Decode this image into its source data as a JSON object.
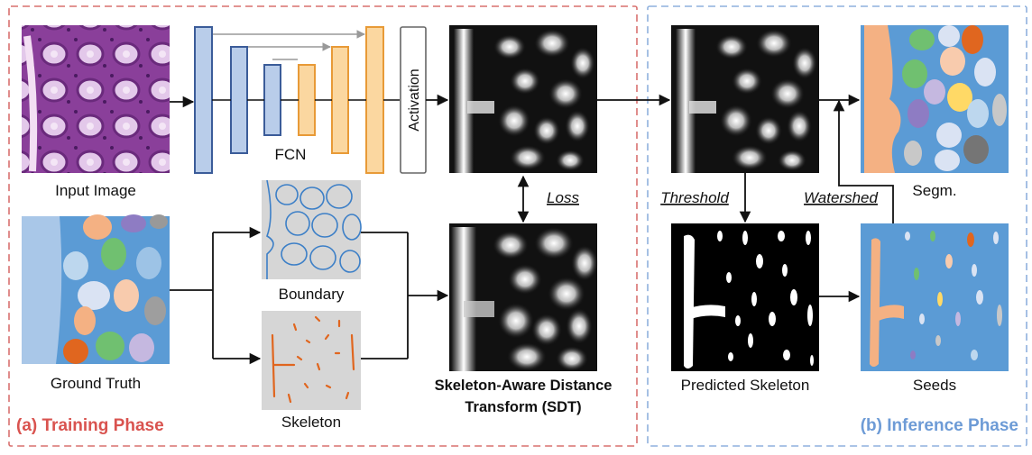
{
  "training": {
    "title": "(a) Training Phase",
    "input_label": "Input Image",
    "fcn_label": "FCN",
    "activation_label": "Activation",
    "gt_label": "Ground Truth",
    "boundary_label": "Boundary",
    "skeleton_label": "Skeleton",
    "loss_label": "Loss",
    "sdt_label_1": "Skeleton-Aware Distance",
    "sdt_label_2": "Transform (SDT)"
  },
  "inference": {
    "title": "(b) Inference Phase",
    "threshold_label": "Threshold",
    "watershed_label": "Watershed",
    "segm_label": "Segm.",
    "pred_skel_label": "Predicted Skeleton",
    "seeds_label": "Seeds"
  },
  "colors": {
    "training_border": "#d9716f",
    "training_title": "#d9534f",
    "inference_border": "#8fb1de",
    "inference_title": "#6d9bd6",
    "encoder_fill": "#b9cdea",
    "encoder_stroke": "#3b5c99",
    "decoder_fill": "#fbd7a0",
    "decoder_stroke": "#e89a37",
    "seg_background": "#5b9bd5",
    "skeleton_orange": "#e0661f"
  }
}
